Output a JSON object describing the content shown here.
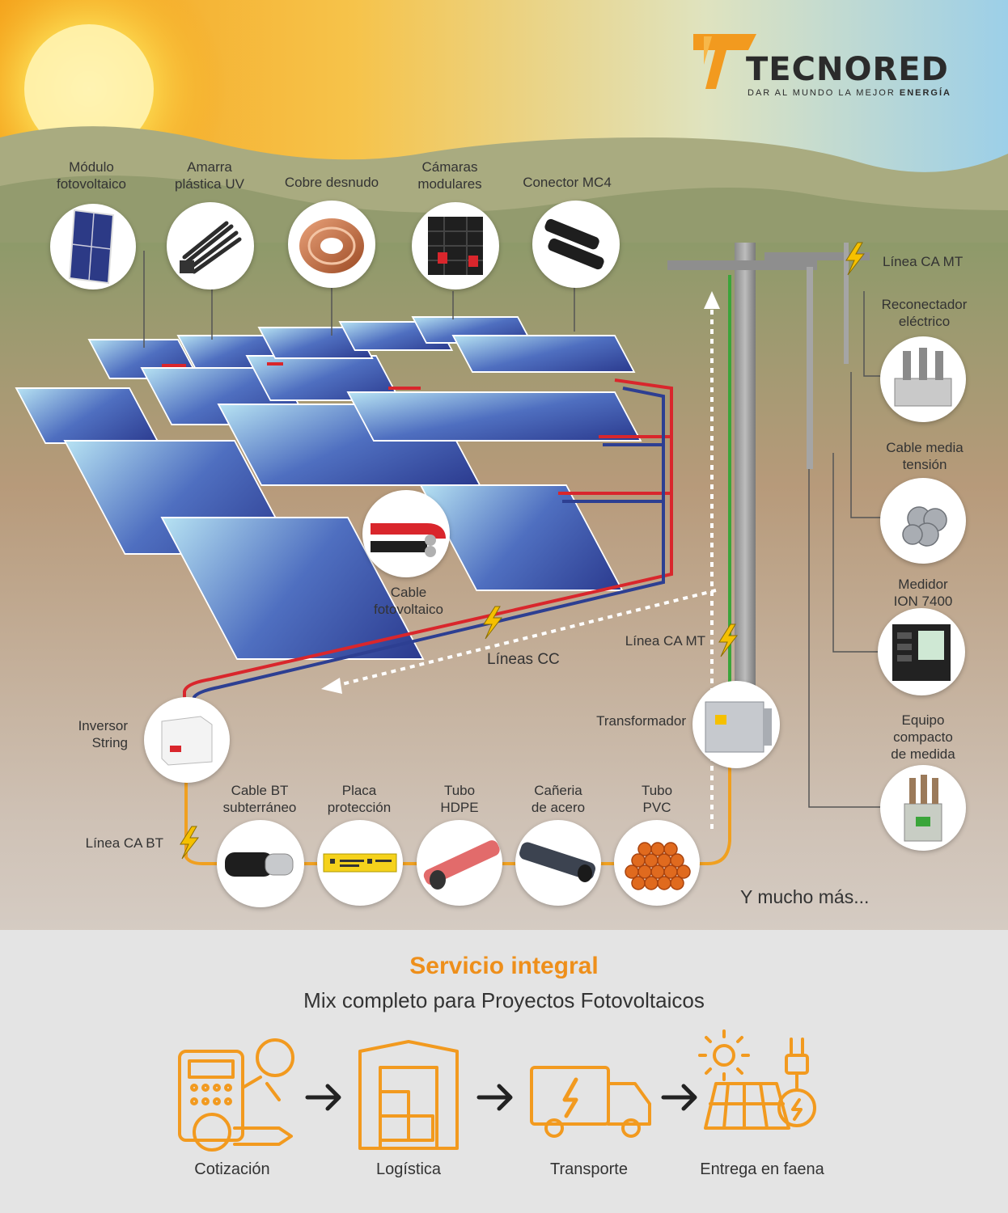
{
  "brand": {
    "name": "TECNORED",
    "tagline_start": "DAR AL MUNDO LA MEJOR",
    "tagline_bold": "ENERGÍA"
  },
  "components_top": [
    {
      "line1": "Módulo",
      "line2": "fotovoltaico"
    },
    {
      "line1": "Amarra",
      "line2": "plástica UV"
    },
    {
      "line1": "Cobre desnudo",
      "line2": ""
    },
    {
      "line1": "Cámaras",
      "line2": "modulares"
    },
    {
      "line1": "Conector MC4",
      "line2": ""
    }
  ],
  "components_right": [
    {
      "line1": "Línea CA MT",
      "line2": ""
    },
    {
      "line1": "Reconectador",
      "line2": "eléctrico"
    },
    {
      "line1": "Cable media",
      "line2": "tensión"
    },
    {
      "line1": "Medidor",
      "line2": "ION 7400"
    },
    {
      "line1": "Equipo",
      "line2": "compacto",
      "line3": "de medida"
    }
  ],
  "components_center": {
    "pv_cable": {
      "line1": "Cable",
      "line2": "fotovoltaico"
    },
    "dc_lines": "Líneas CC",
    "mt_line": "Línea CA MT",
    "transformer": "Transformador",
    "inverter": {
      "line1": "Inversor",
      "line2": "String"
    },
    "bt_line": "Línea CA BT"
  },
  "components_bottom": [
    {
      "line1": "Cable BT",
      "line2": "subterráneo"
    },
    {
      "line1": "Placa",
      "line2": "protección"
    },
    {
      "line1": "Tubo",
      "line2": "HDPE"
    },
    {
      "line1": "Cañeria",
      "line2": "de acero"
    },
    {
      "line1": "Tubo",
      "line2": "PVC"
    }
  ],
  "more_text": "Y mucho más...",
  "service": {
    "title": "Servicio integral",
    "subtitle": "Mix completo para Proyectos Fotovoltaicos",
    "steps": [
      "Cotización",
      "Logística",
      "Transporte",
      "Entrega en faena"
    ]
  },
  "colors": {
    "accent": "#ee8f1b",
    "dc_positive": "#d9262c",
    "dc_negative": "#2d3f92",
    "ground": "#3aa53a",
    "text": "#333333"
  },
  "icons": [
    "sun",
    "solar-panel",
    "cable-ties",
    "copper-coil",
    "modular-chamber",
    "mc4-connector",
    "utility-pole",
    "recloser",
    "mv-cable",
    "power-meter",
    "metering-unit",
    "transformer",
    "string-inverter",
    "underground-cable",
    "warning-plate",
    "hdpe-tube",
    "steel-pipe",
    "pvc-tubes",
    "lightning-bolt",
    "calculator-dollar",
    "warehouse",
    "truck",
    "solar-plug"
  ]
}
